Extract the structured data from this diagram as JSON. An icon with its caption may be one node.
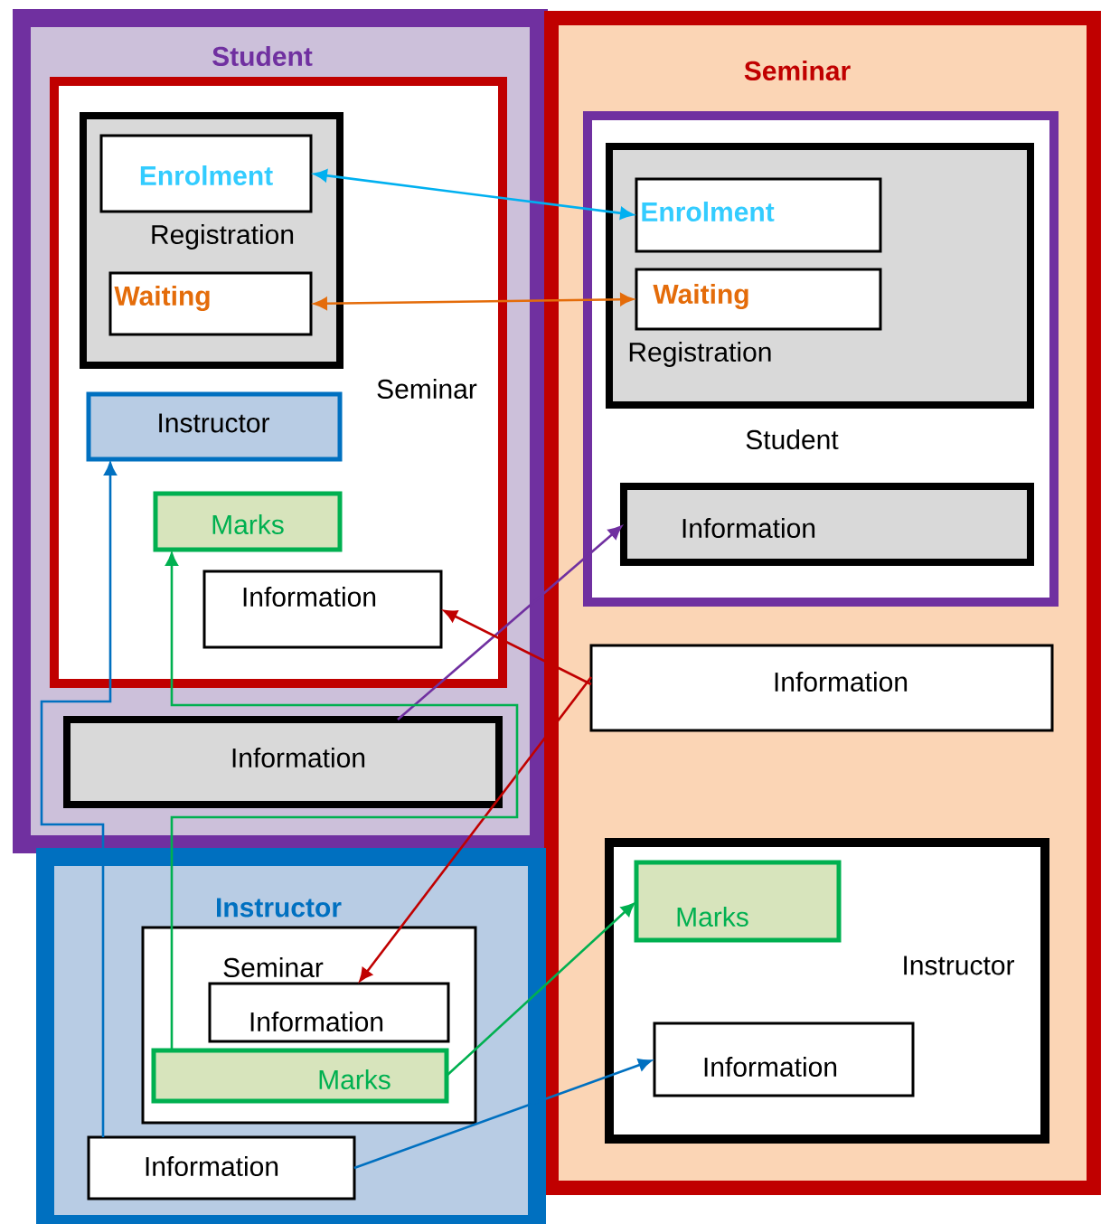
{
  "diagram": {
    "nodes": [
      {
        "text": [
          "Student"
        ]
      },
      {
        "text": [
          "Seminar"
        ],
        "in": 0
      },
      {
        "text": [
          "Registration"
        ],
        "in": 1
      },
      {
        "text": [
          "Enrolment"
        ],
        "in": 2
      },
      {
        "text": [
          "Waiting"
        ],
        "in": 2
      },
      {
        "text": [
          "Instructor"
        ],
        "in": 1
      },
      {
        "text": [
          "Marks"
        ],
        "in": 1
      },
      {
        "text": [
          "Information"
        ],
        "in": 1
      },
      {
        "text": [
          "Information"
        ],
        "in": 0
      },
      {
        "text": [
          "Seminar"
        ]
      },
      {
        "text": [
          "Student"
        ],
        "in": 9
      },
      {
        "text": [
          "Registration"
        ],
        "in": 10
      },
      {
        "text": [
          "Enrolment"
        ],
        "in": 11
      },
      {
        "text": [
          "Waiting"
        ],
        "in": 11
      },
      {
        "text": [
          "Information"
        ],
        "in": 10
      },
      {
        "text": [
          "Information"
        ],
        "in": 9
      },
      {
        "text": [
          "Instructor"
        ],
        "in": 9
      },
      {
        "text": [
          "Marks"
        ],
        "in": 16
      },
      {
        "text": [
          "Information"
        ],
        "in": 16
      },
      {
        "text": [
          "Instructor"
        ]
      },
      {
        "text": [
          "Seminar"
        ],
        "in": 19
      },
      {
        "text": [
          "Information"
        ],
        "in": 20
      },
      {
        "text": [
          "Marks"
        ],
        "in": 20
      },
      {
        "text": [
          "Information"
        ],
        "in": 19
      }
    ],
    "edges": [
      {
        "from": 3,
        "to": 12,
        "arrow": "both",
        "color": "#00b0f0"
      },
      {
        "from": 4,
        "to": 13,
        "arrow": "both",
        "color": "#e46c0a"
      },
      {
        "from": 8,
        "to": 14,
        "arrow": "to",
        "color": "#7030a0"
      },
      {
        "from": 15,
        "to": 7,
        "arrow": "to",
        "color": "#c00000"
      },
      {
        "from": 15,
        "to": 21,
        "arrow": "to",
        "color": "#c00000"
      },
      {
        "from": 23,
        "to": 5,
        "arrow": "to",
        "color": "#0070c0"
      },
      {
        "from": 22,
        "to": 6,
        "arrow": "to",
        "color": "#00b050"
      },
      {
        "from": 22,
        "to": 17,
        "arrow": "to",
        "color": "#00b050"
      },
      {
        "from": 23,
        "to": 18,
        "arrow": "to",
        "color": "#0070c0"
      }
    ]
  }
}
